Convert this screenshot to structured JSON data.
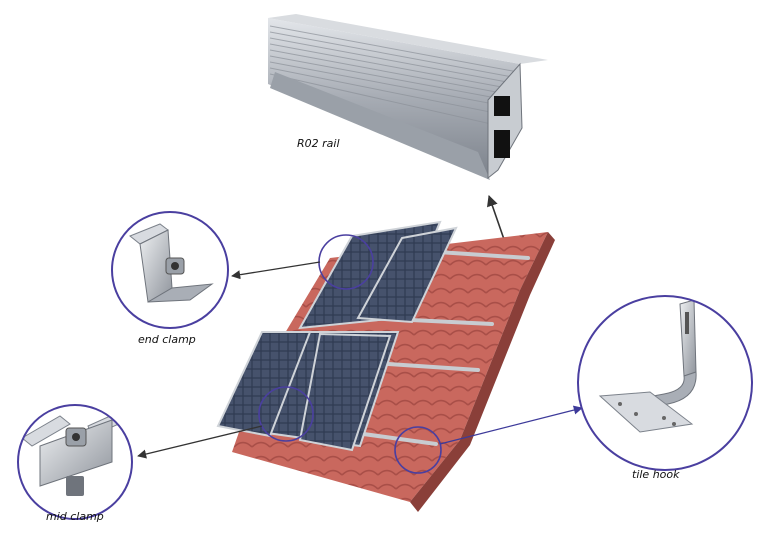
{
  "labels": {
    "rail": "R02 rail",
    "end_clamp": "end clamp",
    "mid_clamp": "mid clamp",
    "tile_hook": "tile hook"
  },
  "colors": {
    "callout_circle": "#4a3fa0",
    "callout_line": "#3d3a9a",
    "arrow": "#333333",
    "roof_tile": "#c9685e",
    "roof_tile_dark": "#a94f48",
    "panel_cell": "#2f3a52",
    "panel_frame": "#cfd3d8",
    "aluminium": "#b9bcc2"
  },
  "icons": {
    "rail": "aluminium-rail-profile",
    "end_clamp": "end-clamp-part",
    "mid_clamp": "mid-clamp-part",
    "tile_hook": "tile-hook-bracket"
  }
}
